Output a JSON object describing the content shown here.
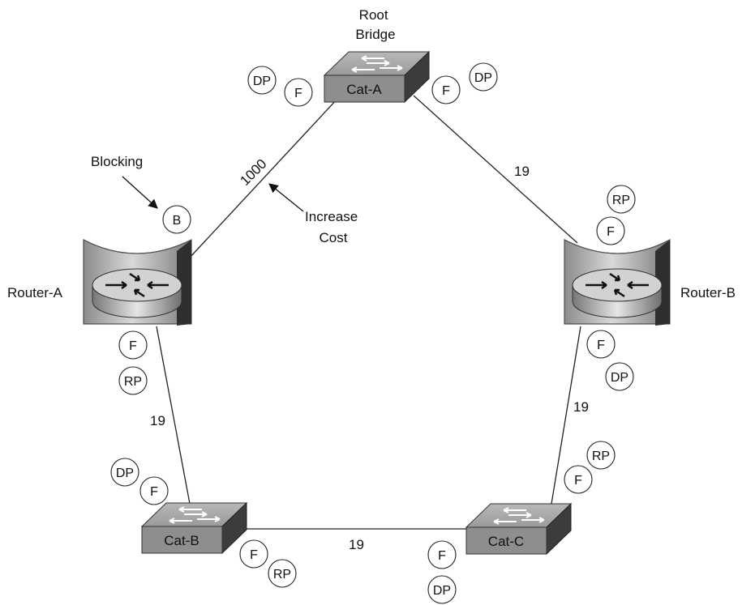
{
  "root_label": [
    "Root",
    "Bridge"
  ],
  "blocking_label": "Blocking",
  "increase_cost_label": [
    "Increase",
    "Cost"
  ],
  "devices": {
    "cat_a": "Cat-A",
    "cat_b": "Cat-B",
    "cat_c": "Cat-C",
    "router_a": "Router-A",
    "router_b": "Router-B"
  },
  "link_costs": {
    "cat_a_router_a": "1000",
    "cat_a_router_b": "19",
    "router_a_cat_b": "19",
    "router_b_cat_c": "19",
    "cat_b_cat_c": "19"
  },
  "port_badges": {
    "cat_a_left_dp": "DP",
    "cat_a_left_f": "F",
    "cat_a_right_f": "F",
    "cat_a_right_dp": "DP",
    "router_a_top_b": "B",
    "router_a_bottom_f": "F",
    "router_a_bottom_rp": "RP",
    "router_b_top_rp": "RP",
    "router_b_top_f": "F",
    "router_b_bottom_f": "F",
    "router_b_bottom_dp": "DP",
    "cat_b_top_dp": "DP",
    "cat_b_top_f": "F",
    "cat_b_right_f": "F",
    "cat_b_right_rp": "RP",
    "cat_c_top_rp": "RP",
    "cat_c_top_f": "F",
    "cat_c_left_f": "F",
    "cat_c_left_dp": "DP"
  }
}
